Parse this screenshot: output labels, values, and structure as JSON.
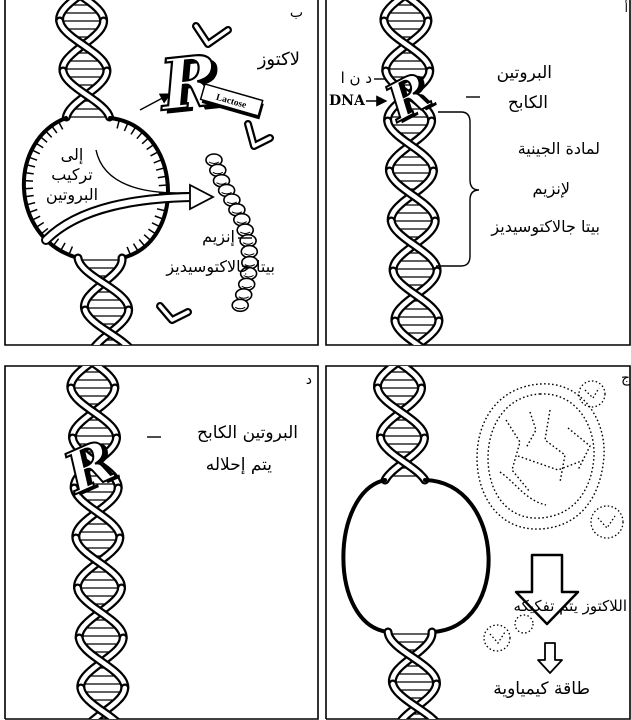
{
  "repressor_symbol": "R",
  "panels": {
    "b": {
      "letter": "ب",
      "lactose_label": "لاكتوز",
      "lactose_tag": "Lactose",
      "to_protein": [
        "إلى",
        "تركيب",
        "البروتين"
      ],
      "enzyme_label": "إنزيم",
      "enzyme_name": "بيتا جالاكتوسيديز"
    },
    "a": {
      "letter": "أ",
      "dna_arabic": "د ن ا",
      "dna_latin": "DNA",
      "repressor": [
        "البروتين",
        "الكابح"
      ],
      "genetic_material": "لمادة الجينية",
      "for_enzyme": "لإنزيم",
      "enzyme_name": "بيتا جالاكتوسيديز"
    },
    "d": {
      "letter": "د",
      "repressor": "البروتين الكابح",
      "replaced": "يتم إحلاله"
    },
    "j": {
      "letter": "ج",
      "lactose_broken_down": "اللاكتوز يتم تفكيكه",
      "chemical_energy": "طاقة كيمياوية"
    }
  },
  "colors": {
    "ink": "#000000",
    "paper": "#ffffff"
  }
}
